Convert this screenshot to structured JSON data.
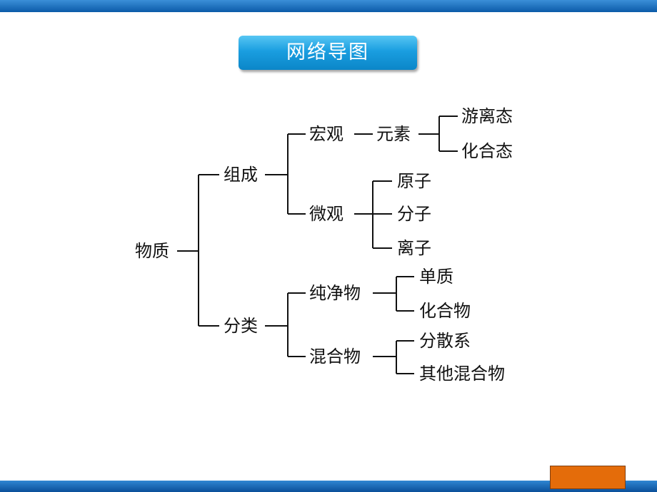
{
  "slide": {
    "title": "网络导图"
  },
  "tree": {
    "root": "物质",
    "composition": {
      "label": "组成",
      "macro": {
        "label": "宏观",
        "element": "元素",
        "states": [
          "游离态",
          "化合态"
        ]
      },
      "micro": {
        "label": "微观",
        "particles": [
          "原子",
          "分子",
          "离子"
        ]
      }
    },
    "classification": {
      "label": "分类",
      "pure": {
        "label": "纯净物",
        "types": [
          "单质",
          "化合物"
        ]
      },
      "mixture": {
        "label": "混合物",
        "types": [
          "分散系",
          "其他混合物"
        ]
      }
    }
  }
}
